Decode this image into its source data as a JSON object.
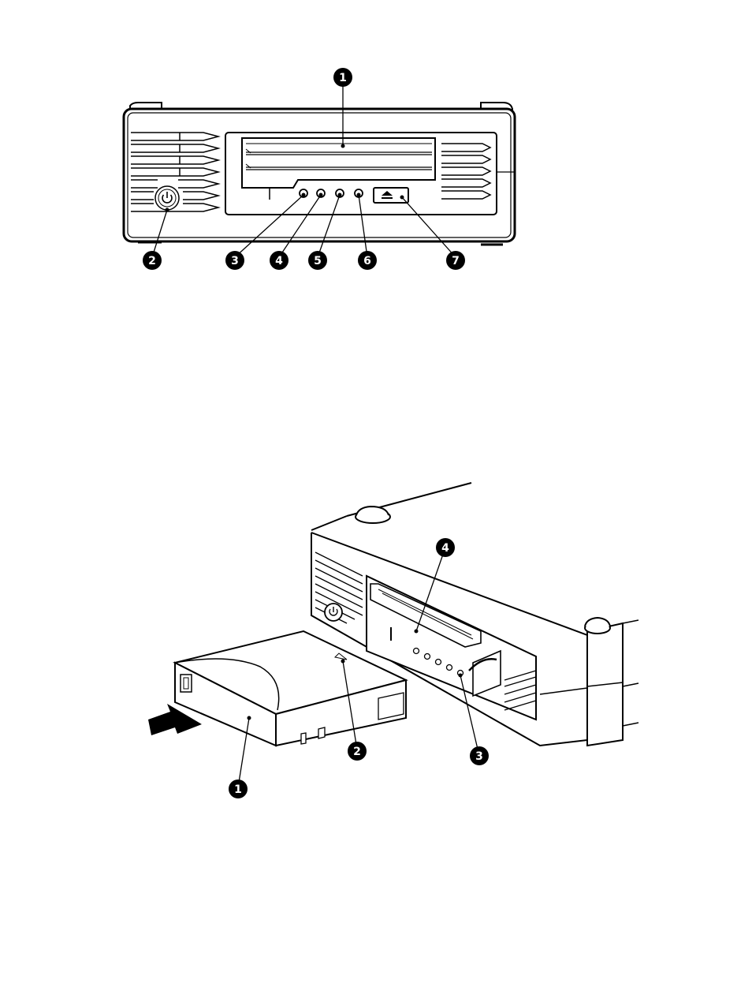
{
  "figures": [
    {
      "id": "front-panel",
      "callouts": [
        {
          "number": "1",
          "target": "cartridge-slot"
        },
        {
          "number": "2",
          "target": "power-button"
        },
        {
          "number": "3",
          "target": "led-1"
        },
        {
          "number": "4",
          "target": "led-2"
        },
        {
          "number": "5",
          "target": "led-3"
        },
        {
          "number": "6",
          "target": "led-4"
        },
        {
          "number": "7",
          "target": "eject-button"
        }
      ]
    },
    {
      "id": "cartridge-insertion",
      "callouts": [
        {
          "number": "1",
          "target": "cartridge"
        },
        {
          "number": "2",
          "target": "insertion-arrow"
        },
        {
          "number": "3",
          "target": "drive-led"
        },
        {
          "number": "4",
          "target": "drive-slot"
        }
      ]
    }
  ],
  "icons": [
    "power-icon",
    "eject-icon"
  ]
}
